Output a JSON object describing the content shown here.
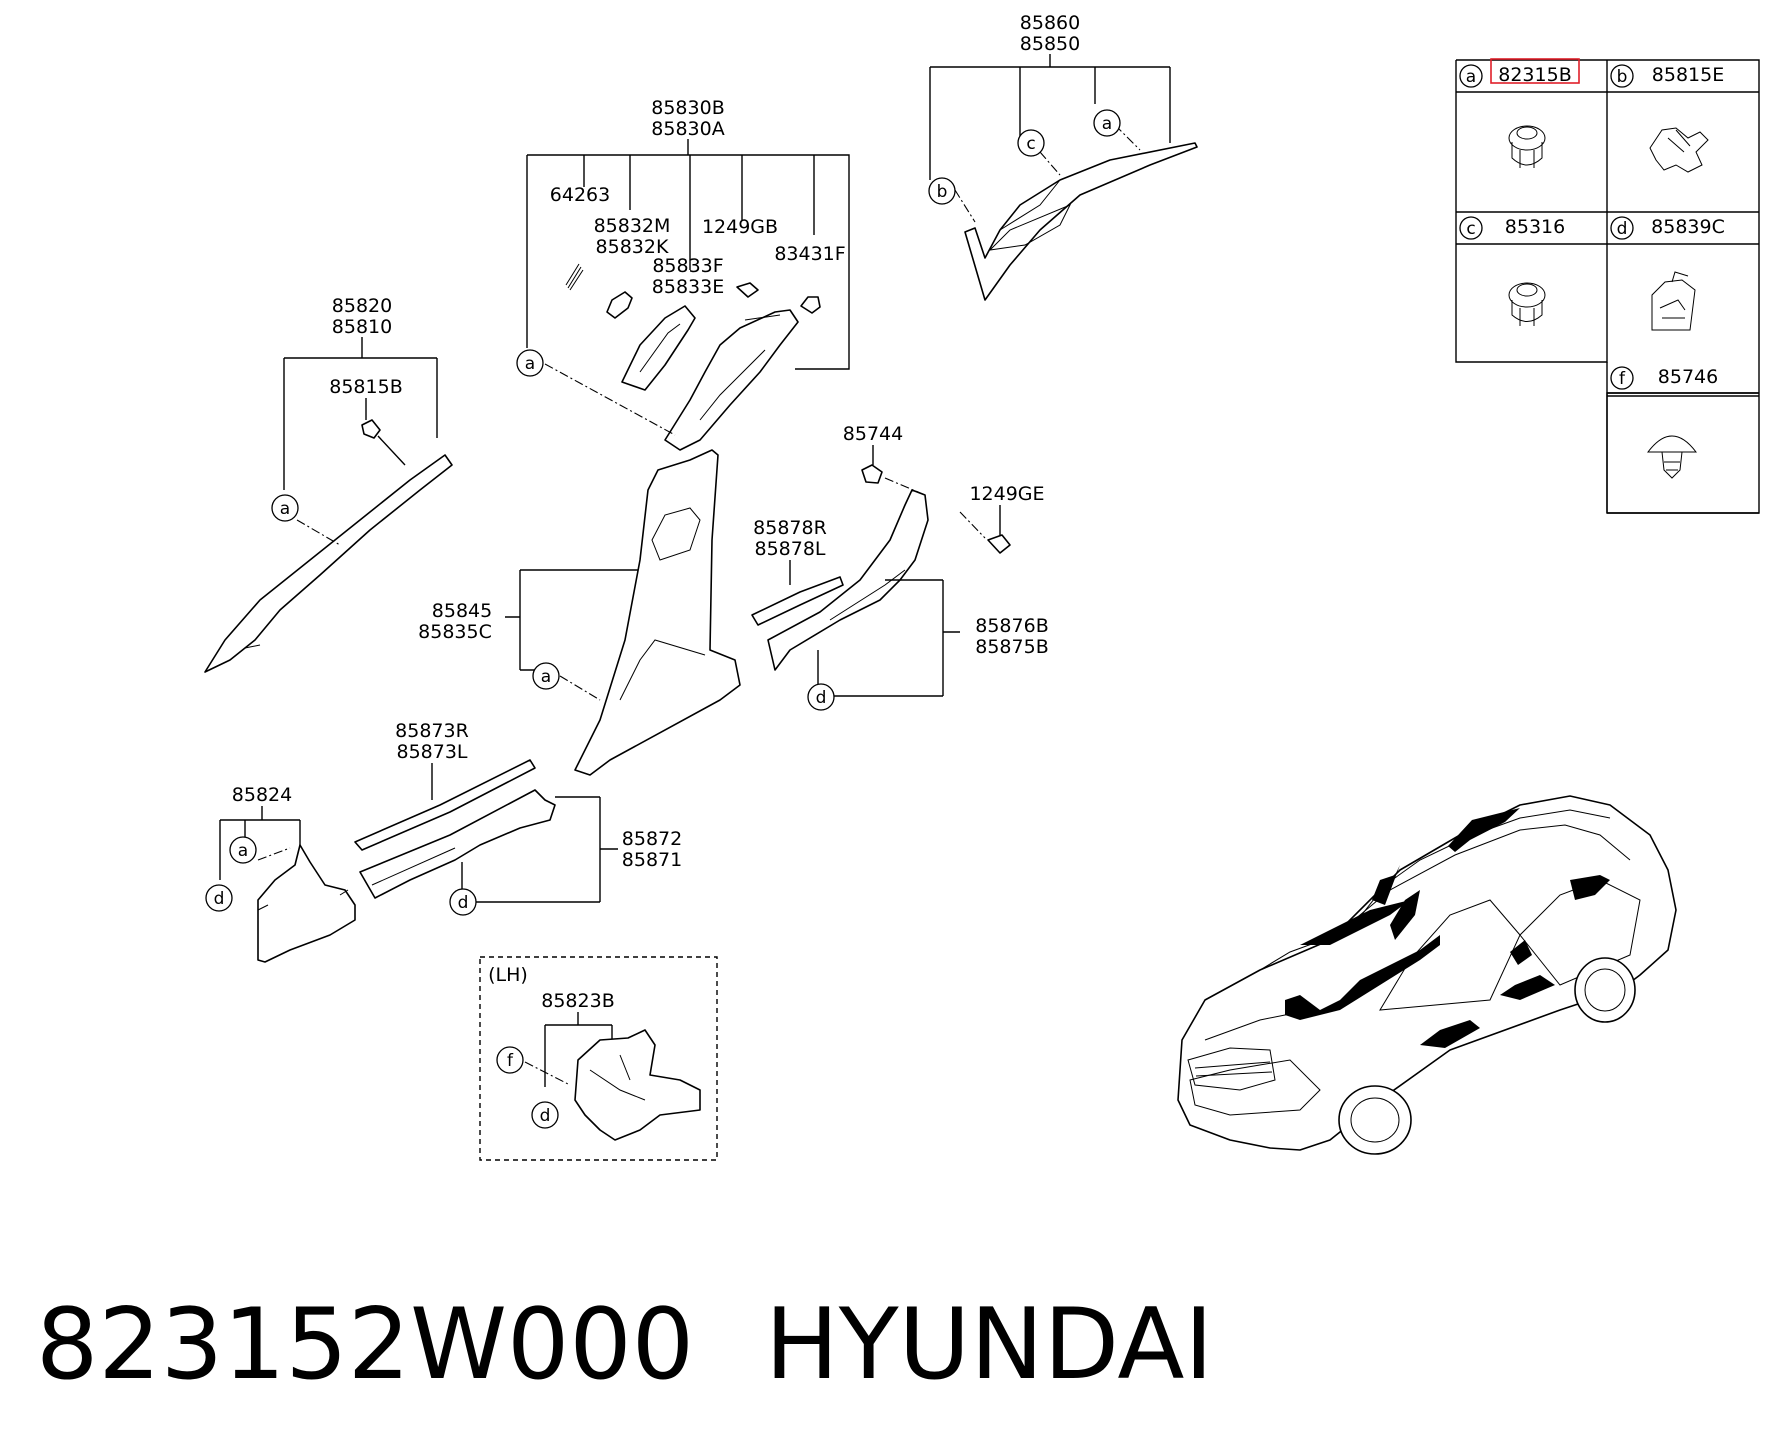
{
  "labels": {
    "p85860": "85860",
    "p85850": "85850",
    "p85830B": "85830B",
    "p85830A": "85830A",
    "p64263": "64263",
    "p85832M": "85832M",
    "p85832K": "85832K",
    "p1249GB": "1249GB",
    "p85833F": "85833F",
    "p85833E": "85833E",
    "p83431F": "83431F",
    "p85820": "85820",
    "p85810": "85810",
    "p85815B": "85815B",
    "p85744": "85744",
    "p1249GE": "1249GE",
    "p85878R": "85878R",
    "p85878L": "85878L",
    "p85845": "85845",
    "p85835C": "85835C",
    "p85876B": "85876B",
    "p85875B": "85875B",
    "p85873R": "85873R",
    "p85873L": "85873L",
    "p85824": "85824",
    "p85872": "85872",
    "p85871": "85871",
    "lh": "(LH)",
    "p85823B": "85823B"
  },
  "callouts": {
    "a": "a",
    "b": "b",
    "c": "c",
    "d": "d",
    "f": "f"
  },
  "legend": {
    "cells": [
      {
        "key": "a",
        "part": "82315B",
        "highlighted": true
      },
      {
        "key": "b",
        "part": "85815E"
      },
      {
        "key": "c",
        "part": "85316"
      },
      {
        "key": "d",
        "part": "85839C"
      },
      {
        "key": "f",
        "part": "85746"
      }
    ],
    "highlight_color": "#e0202a"
  },
  "footer": {
    "part_number": "823152W000",
    "brand": "HYUNDAI"
  }
}
